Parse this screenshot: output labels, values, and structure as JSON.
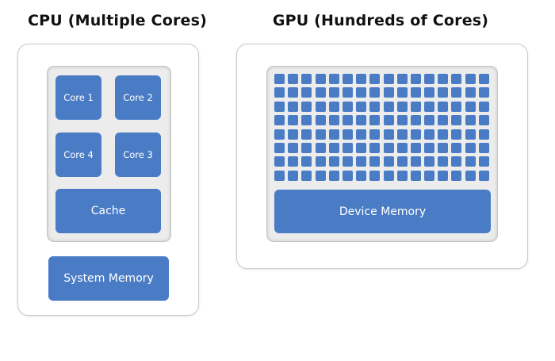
{
  "cpu": {
    "title": "CPU (Multiple Cores)",
    "cores": [
      "Core 1",
      "Core 2",
      "Core 4",
      "Core 3"
    ],
    "cache_label": "Cache",
    "system_memory_label": "System Memory"
  },
  "gpu": {
    "title": "GPU (Hundreds of  Cores)",
    "core_grid": {
      "rows": 8,
      "columns": 16
    },
    "device_memory_label": "Device Memory"
  },
  "colors": {
    "block": "#4a7cc6",
    "inner_panel": "#ececec",
    "text_on_block": "#ffffff"
  }
}
